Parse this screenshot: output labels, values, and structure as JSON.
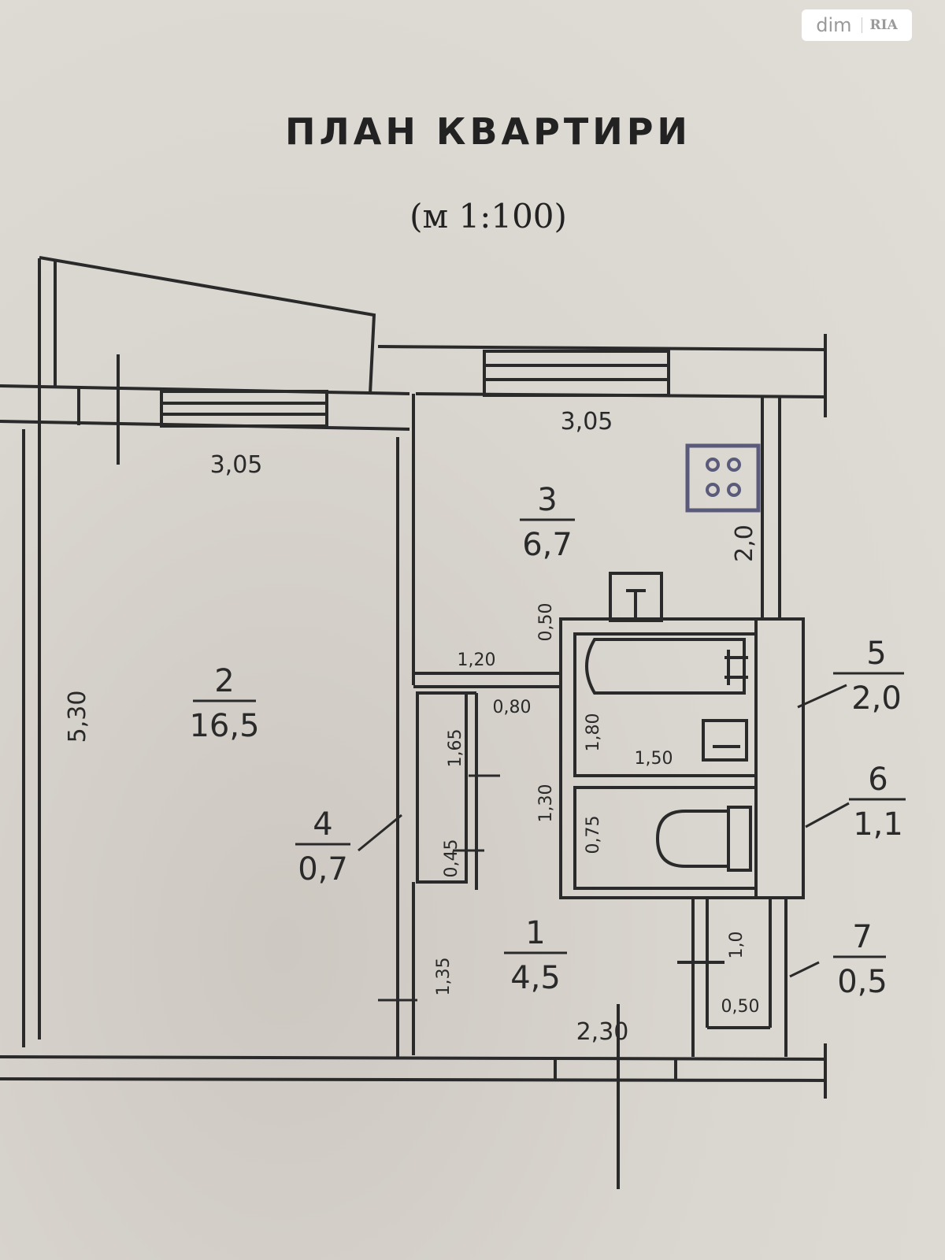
{
  "title": "ПЛАН КВАРТИРИ",
  "scale": "(м  1:100)",
  "watermark": {
    "left": "dim",
    "right": "RIA"
  },
  "rooms": [
    {
      "number": "1",
      "area": "4,5"
    },
    {
      "number": "2",
      "area": "16,5"
    },
    {
      "number": "3",
      "area": "6,7"
    },
    {
      "number": "4",
      "area": "0,7"
    },
    {
      "number": "5",
      "area": "2,0"
    },
    {
      "number": "6",
      "area": "1,1"
    },
    {
      "number": "7",
      "area": "0,5"
    }
  ],
  "dimensions": {
    "room2_width": "3,05",
    "room3_width": "3,05",
    "room2_length": "5,30",
    "kitchen_side": "2,0",
    "corr_a": "1,20",
    "corr_b": "0,50",
    "corr_c": "0,80",
    "closet_len": "1,65",
    "closet_w": "0,45",
    "bath_h": "1,80",
    "bath_w": "1,50",
    "wc_h": "1,30",
    "wc_w": "0,75",
    "hall_side": "1,35",
    "hall_width": "2,30",
    "store_h": "1,0",
    "store_w": "0,50"
  },
  "colors": {
    "ink": "#2a2a2a",
    "paper": "#dcd8d2",
    "stove": "#5a5a7a"
  }
}
